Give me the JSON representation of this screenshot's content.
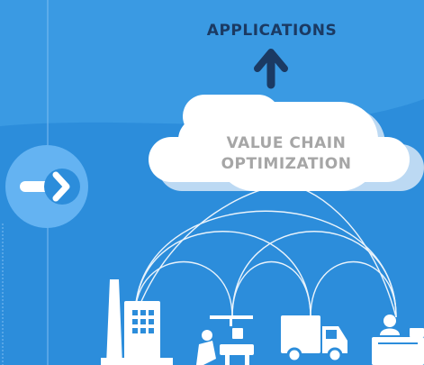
{
  "header": {
    "title": "APPLICATIONS"
  },
  "cloud": {
    "line1": "VALUE CHAIN",
    "line2": "OPTIMIZATION"
  },
  "nodes": [
    {
      "name": "factory-icon"
    },
    {
      "name": "assembly-worker-icon"
    },
    {
      "name": "delivery-truck-icon"
    },
    {
      "name": "retail-counter-icon"
    }
  ],
  "colors": {
    "background": "#2c8ddb",
    "background_upper": "#3a9ae3",
    "title_text": "#1b3a63",
    "arrow": "#1b3a63",
    "cloud_fill": "#ffffff",
    "cloud_shadow": "#bcd9f3",
    "cloud_text": "#a6a6a6",
    "icon_fill": "#ffffff",
    "next_button": "#64b3f2"
  }
}
